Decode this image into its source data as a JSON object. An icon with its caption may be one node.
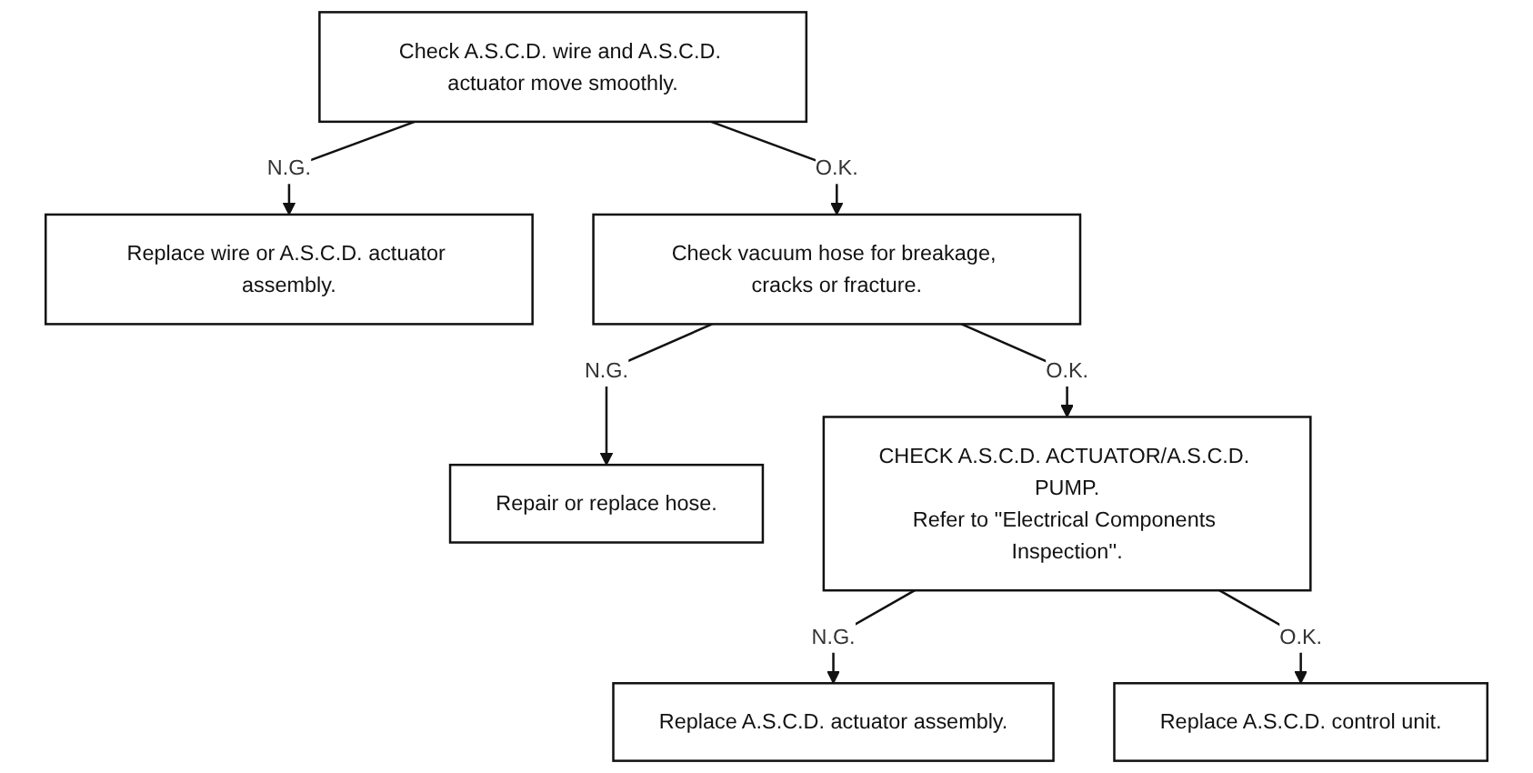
{
  "diagram": {
    "nodes": [
      {
        "text": [
          "Check A.S.C.D. wire and A.S.C.D. actuator move smoothly."
        ]
      },
      {
        "text": [
          "Replace wire or A.S.C.D. actuator assembly."
        ]
      },
      {
        "text": [
          "Check vacuum hose for breakage, cracks or fracture."
        ]
      },
      {
        "text": [
          "Repair or replace hose."
        ]
      },
      {
        "text": [
          "CHECK A.S.C.D. ACTUATOR/A.S.C.D. PUMP.",
          "Refer to ''Electrical Components Inspection''."
        ]
      },
      {
        "text": [
          "Replace A.S.C.D. actuator assembly."
        ]
      },
      {
        "text": [
          "Replace A.S.C.D. control unit."
        ]
      }
    ],
    "edges": [
      {
        "from": 0,
        "to": 1,
        "arrow": "to",
        "label": "N.G."
      },
      {
        "from": 0,
        "to": 2,
        "arrow": "to",
        "label": "O.K."
      },
      {
        "from": 2,
        "to": 3,
        "arrow": "to",
        "label": "N.G."
      },
      {
        "from": 2,
        "to": 4,
        "arrow": "to",
        "label": "O.K."
      },
      {
        "from": 4,
        "to": 5,
        "arrow": "to",
        "label": "N.G."
      },
      {
        "from": 4,
        "to": 6,
        "arrow": "to",
        "label": "O.K."
      }
    ]
  }
}
